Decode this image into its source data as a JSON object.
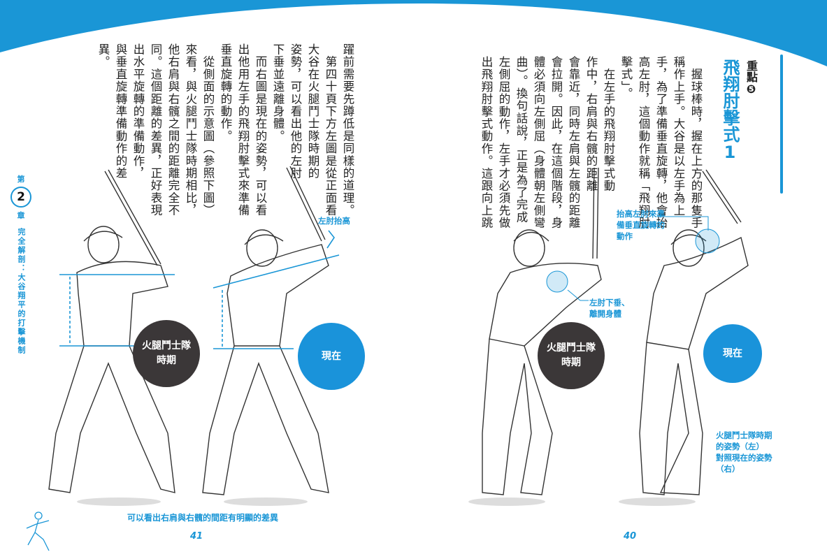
{
  "left_page": {
    "columns": [
      "躍前需要先蹲低是同樣的道理。",
      "　第四十頁下方左圖是從正面看",
      "大谷在火腿鬥士隊時期的",
      "姿勢，可以看出他的左肘",
      "下垂並遠離身體。",
      "　而右圖是現在的姿勢，可以看",
      "出他用左手的飛翔肘擊式來準備",
      "垂直旋轉的動作。",
      "　從側面的示意圖（參照下圖）",
      "來看，與火腿鬥士隊時期相比，",
      "他右肩與右髖之間的距離完全不",
      "同。這個距離的差異，正好表現",
      "出水平旋轉的準備動作，",
      "與垂直旋轉準備動作的差",
      "異。"
    ],
    "label_elbow": "左肘抬高",
    "circle_past": "火腿鬥士隊\n時期",
    "circle_now": "現在",
    "caption": "可以看出右肩與右髖的間距有明顯的差異",
    "page_number": "41"
  },
  "chapter": {
    "prefix": "第",
    "number": "2",
    "suffix": "章",
    "title": "完全解剖：大谷翔平的打擊機制"
  },
  "right_page": {
    "point_label": "重點",
    "point_number": "❺",
    "title": "飛翔肘擊式",
    "title_number": "1",
    "columns": [
      "　握球棒時，握在上方的那隻手",
      "稱作上手。大谷是以左手為上",
      "手，為了準備垂直旋轉，他會抬",
      "高左肘，這個動作就稱「飛翔肘",
      "擊式」。",
      "　在左手的飛翔肘擊式動",
      "作中，右肩與右髖的距離",
      "會靠近，同時左肩與左髖的距離",
      "會拉開。因此，在這個階段，身",
      "體必須向左側屈（身體朝左側彎",
      "曲）。換句話說，正是為了完成",
      "左側屈的動作，左手才必須先做",
      "出飛翔肘擊式動作。這跟向上跳"
    ],
    "label_raise": "抬高左肘來準\n備垂直旋轉的\n動作",
    "label_drop": "左肘下垂、\n離開身體",
    "circle_past": "火腿鬥士隊\n時期",
    "circle_now": "現在",
    "note": "火腿鬥士隊時期\n的姿勢（左）\n對照現在的姿勢\n（右）",
    "page_number": "40"
  },
  "colors": {
    "accent": "#1a96d6",
    "dark": "#3b3738"
  }
}
